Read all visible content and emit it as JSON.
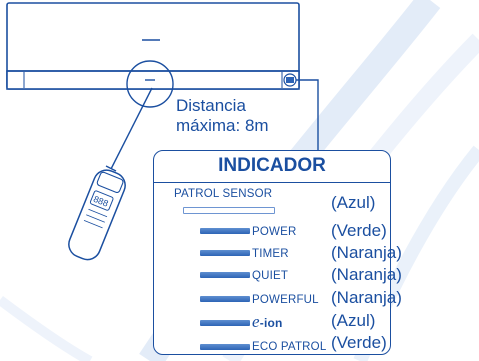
{
  "distance_label": {
    "line1": "Distancia",
    "line2": "máxima: 8m"
  },
  "panel": {
    "title": "INDICADOR",
    "indicators": [
      {
        "name": "PATROL SENSOR",
        "color": "(Azul)",
        "style": "outline"
      },
      {
        "name": "POWER",
        "color": "(Verde)",
        "style": "filled"
      },
      {
        "name": "TIMER",
        "color": "(Naranja)",
        "style": "filled"
      },
      {
        "name": "QUIET",
        "color": "(Naranja)",
        "style": "filled"
      },
      {
        "name": "POWERFUL",
        "color": "(Naranja)",
        "style": "filled"
      },
      {
        "name_logo_e": "e",
        "name_logo_rest": "-ion",
        "color": "(Azul)",
        "style": "filled"
      },
      {
        "name": "ECO PATROL",
        "color": "(Verde)",
        "style": "filled"
      }
    ]
  },
  "remote": {
    "keypad_label": "888"
  },
  "colors": {
    "ink": "#1b4fa0",
    "line": "#3a6ab8",
    "swoosh": "#dfe9f7",
    "bar_fill": "#3f72bf"
  }
}
